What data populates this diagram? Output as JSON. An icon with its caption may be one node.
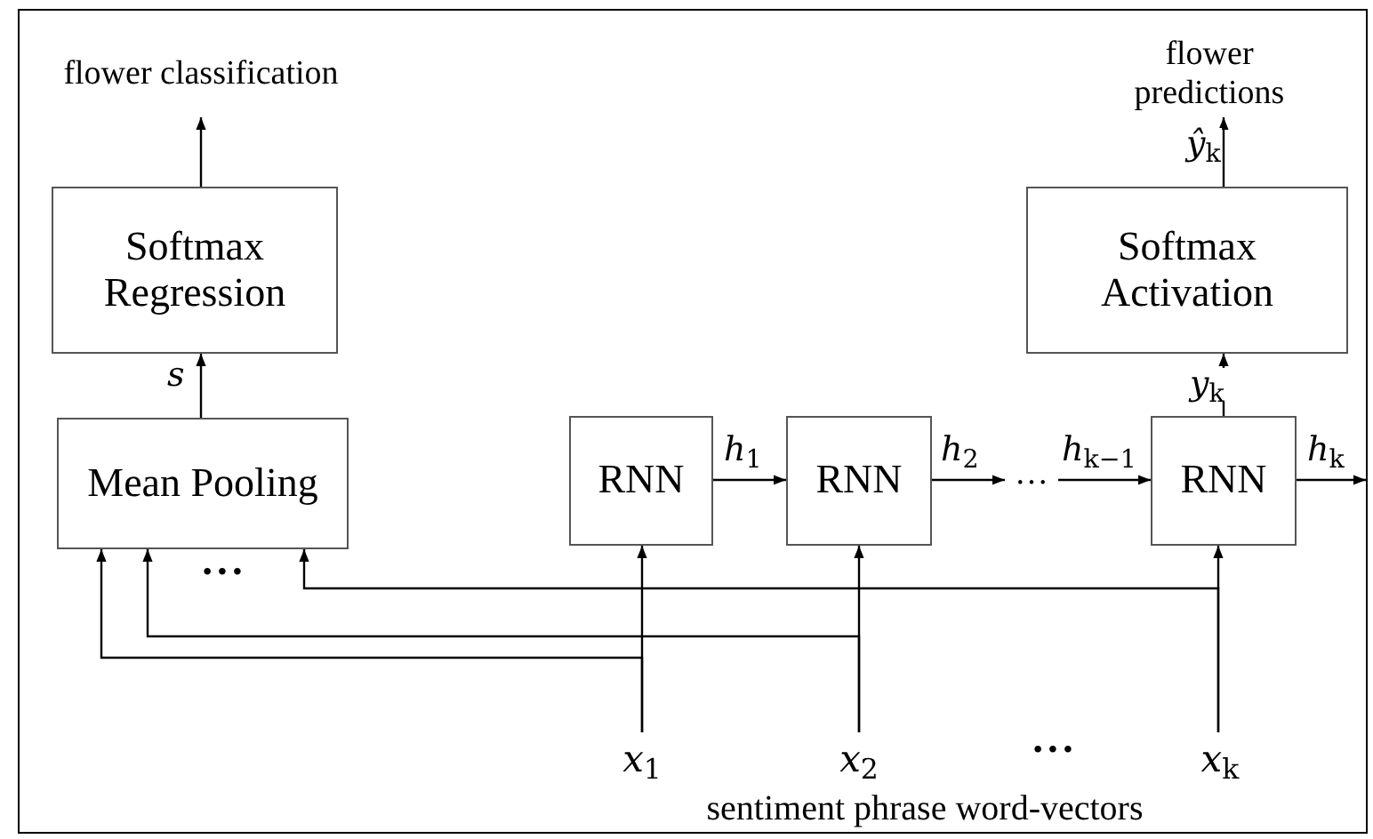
{
  "diagram": {
    "nodes": [
      {
        "text": [
          "flower classification"
        ]
      },
      {
        "text": [
          "flower predictions"
        ]
      },
      {
        "text": [
          "Softmax Regression"
        ]
      },
      {
        "text": [
          "Softmax Activation"
        ]
      },
      {
        "text": [
          "Mean Pooling"
        ]
      },
      {
        "text": [
          "RNN"
        ]
      },
      {
        "text": [
          "RNN"
        ]
      },
      {
        "text": [
          "…"
        ]
      },
      {
        "text": [
          "RNN"
        ]
      },
      {
        "text": [
          "*x*$_{1}$"
        ]
      },
      {
        "text": [
          "*x*$_{2}$"
        ]
      },
      {
        "text": [
          "*x*$_{k}$"
        ]
      }
    ],
    "edges": [
      {
        "from": 2,
        "to": 0,
        "arrow": "to"
      },
      {
        "from": 4,
        "to": 2,
        "arrow": "to",
        "label": "*s*"
      },
      {
        "from": 5,
        "to": 6,
        "arrow": "to",
        "label": "*h*$_{1}$"
      },
      {
        "from": 6,
        "to": 7,
        "arrow": "to",
        "label": "*h*$_{2}$"
      },
      {
        "from": 7,
        "to": 8,
        "arrow": "to",
        "label": "*h*$_{k−1}$"
      },
      {
        "from": 8,
        "to": null,
        "arrow": "to",
        "label": "*h*$_{k}$"
      },
      {
        "from": 8,
        "to": 3,
        "arrow": "to",
        "label": "*y*$_{k}$"
      },
      {
        "from": 3,
        "to": 1,
        "arrow": "to",
        "label": "*ŷ*$_{k}$"
      },
      {
        "from": 9,
        "to": 5,
        "arrow": "to"
      },
      {
        "from": 10,
        "to": 6,
        "arrow": "to"
      },
      {
        "from": 11,
        "to": 8,
        "arrow": "to"
      },
      {
        "from": 9,
        "to": 4,
        "arrow": "to"
      },
      {
        "from": 10,
        "to": 4,
        "arrow": "to"
      },
      {
        "from": 11,
        "to": 4,
        "arrow": "to"
      }
    ],
    "labels": [
      "• • •",
      "• • •",
      "sentiment phrase word-vectors"
    ]
  }
}
